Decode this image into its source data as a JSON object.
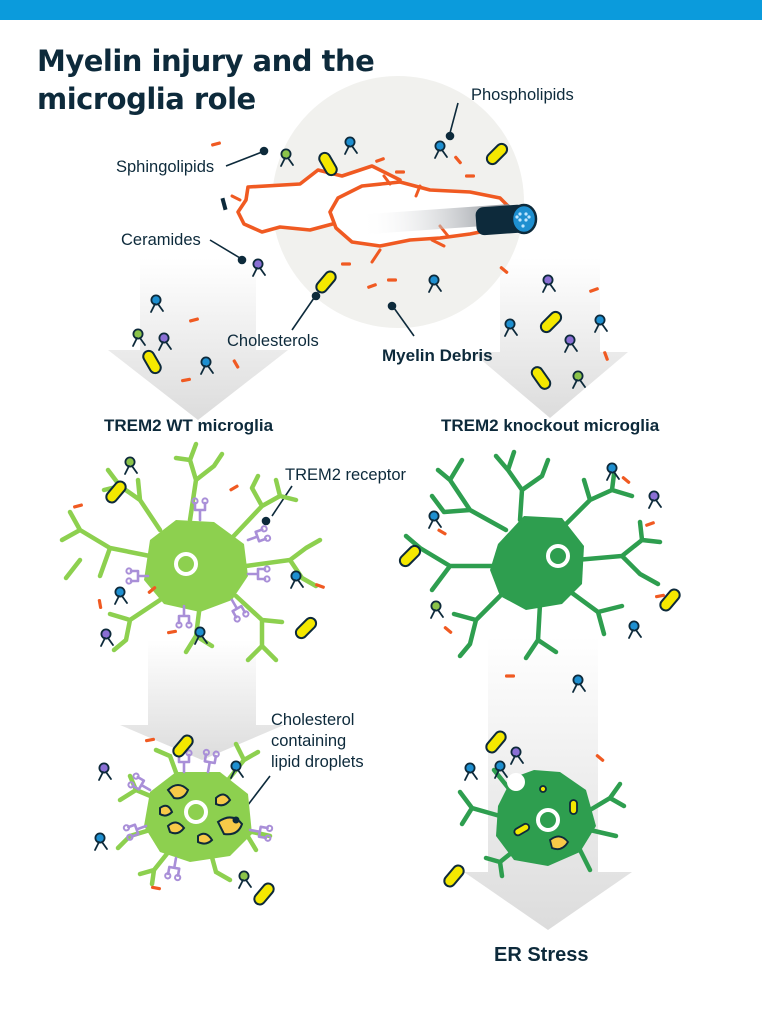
{
  "title_line1": "Myelin injury and the",
  "title_line2": "microglia role",
  "labels": {
    "phospholipids": "Phospholipids",
    "sphingolipids": "Sphingolipids",
    "ceramides": "Ceramides",
    "cholesterols": "Cholesterols",
    "myelin_debris": "Myelin Debris",
    "trem2_wt": "TREM2 WT microglia",
    "trem2_ko": "TREM2 knockout microglia",
    "trem2_receptor": "TREM2 receptor",
    "droplets_line1": "Cholesterol",
    "droplets_line2": "containing",
    "droplets_line3": "lipid droplets",
    "er_stress": "ER Stress"
  },
  "colors": {
    "header_bar": "#0b9bdc",
    "text": "#0d2a3b",
    "myelin": "#f05a22",
    "wt_microglia": "#8dd04f",
    "ko_microglia": "#2e9e4f",
    "receptor": "#a98fd8",
    "cholesterol": "#f4e800",
    "lipid_droplet": "#f7c948",
    "phospholipid_head": "#1e8fd0",
    "sphingolipid_head": "#8bc34a",
    "ceramide_head": "#8a6fd4"
  }
}
